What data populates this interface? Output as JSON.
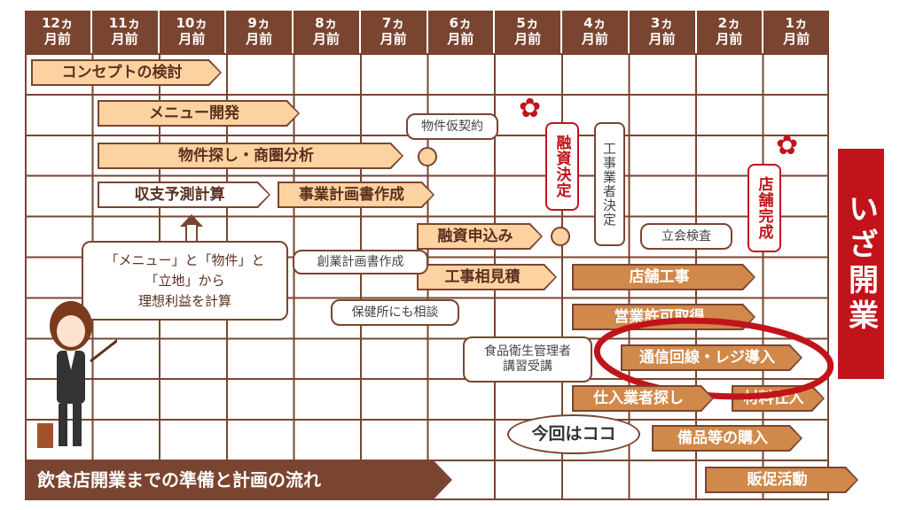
{
  "months": [
    "12ヵ\n月前",
    "11ヵ\n月前",
    "10ヵ\n月前",
    "9ヵ\n月前",
    "8ヵ\n月前",
    "7ヵ\n月前",
    "6ヵ\n月前",
    "5ヵ\n月前",
    "4ヵ\n月前",
    "3ヵ\n月前",
    "2ヵ\n月前",
    "1ヵ\n月前"
  ],
  "tasks": {
    "concept": "コンセプトの検討",
    "menu": "メニュー開発",
    "property": "物件探し・商圏分析",
    "forecast": "収支予測計算",
    "bizplan": "事業計画書作成",
    "loan_apply": "融資申込み",
    "quotes": "工事相見積",
    "construction": "店舗工事",
    "permit": "営業許可取得",
    "network": "通信回線・レジ導入",
    "supplier": "仕入業者探し",
    "ingredients": "材料仕入",
    "equipment": "備品等の購入",
    "promotion": "販促活動"
  },
  "milestones": {
    "provisional_contract": "物件仮契約",
    "loan_decided": "融資決定",
    "contractor_decided": "工事業者決定",
    "store_complete": "店舗完成",
    "inspection": "立会検査"
  },
  "notes": {
    "founding_plan": "創業計画書作成",
    "health_center": "保健所にも相談",
    "food_hygiene": "食品衛生管理者\n講習受講",
    "current": "今回はココ",
    "profit_line1": "「メニュー」と「物件」と",
    "profit_line2": "「立地」から",
    "profit_line3": "理想利益を計算"
  },
  "title": "飲食店開業までの準備と計画の流れ",
  "opening": "いざ開業",
  "colors": {
    "brown": "#7a4530",
    "light": "#fcd3a0",
    "dark": "#d0894a",
    "red": "#c0141a"
  }
}
